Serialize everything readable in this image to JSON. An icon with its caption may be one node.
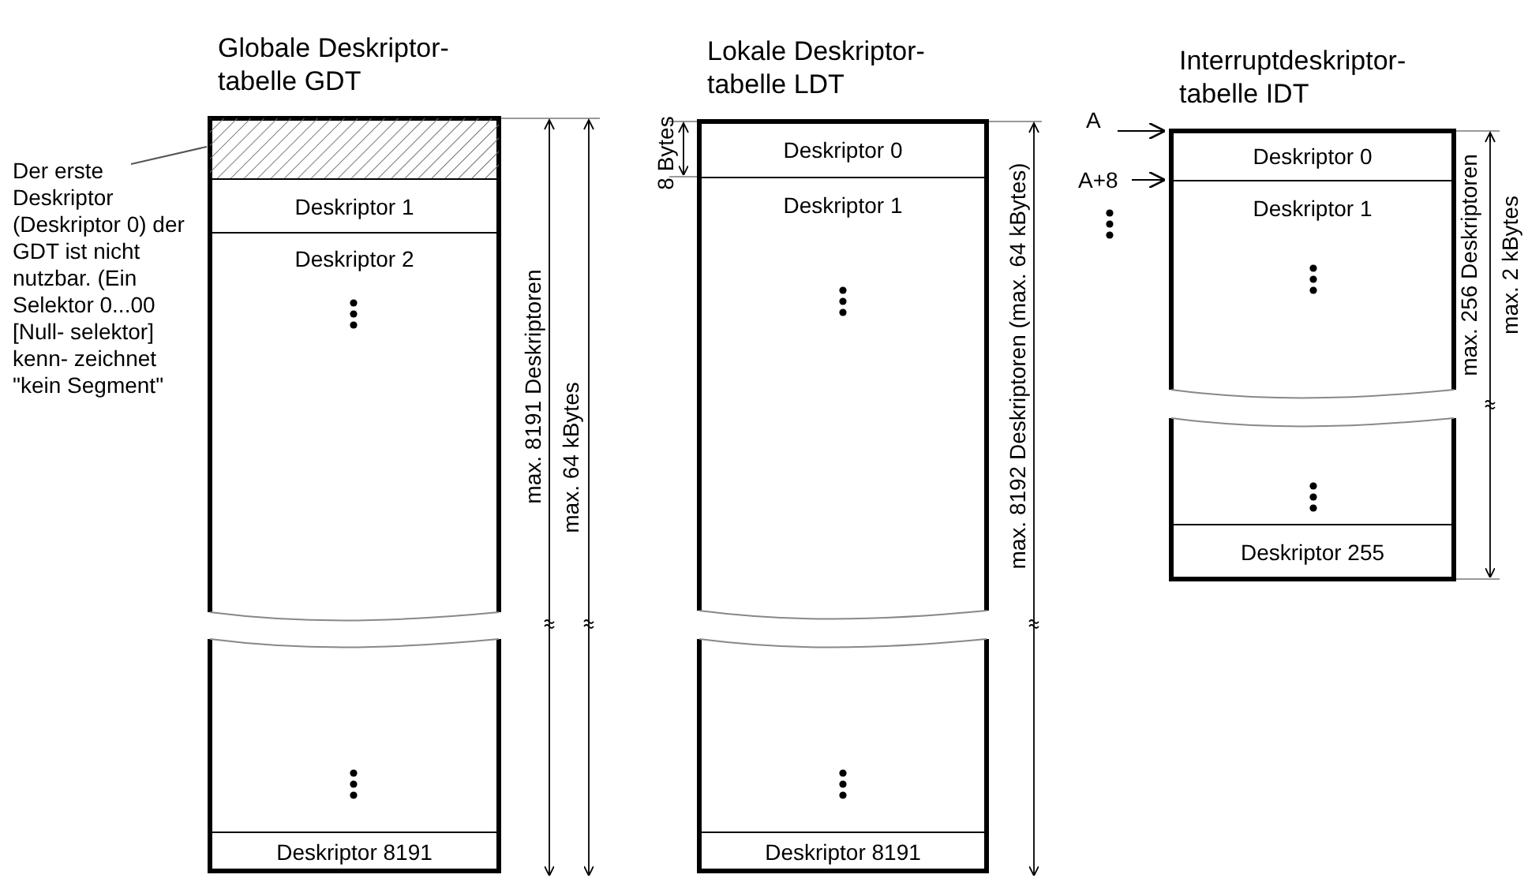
{
  "diagram": {
    "nodes": [
      {
        "text": [
          "Globale Deskriptor- tabelle GDT"
        ]
      },
      {
        "text": [],
        "shape": "box",
        "in": 0
      },
      {
        "text": [
          "Deskriptor 1"
        ],
        "in": 0
      },
      {
        "text": [
          "Deskriptor 2"
        ],
        "in": 0
      },
      {
        "text": [
          "Deskriptor 8191"
        ],
        "in": 0
      },
      {
        "text": [
          "Der erste Deskriptor (Deskriptor 0) der GDT ist nicht nutzbar. (Ein Selektor 0...00 [Null- selektor] kenn- zeichnet \"kein Segment\""
        ]
      },
      {
        "text": [
          "Lokale Deskriptor- tabelle LDT"
        ]
      },
      {
        "text": [
          "Deskriptor 0"
        ],
        "in": 6
      },
      {
        "text": [
          "Deskriptor 1"
        ],
        "in": 6
      },
      {
        "text": [
          "Deskriptor 8191"
        ],
        "in": 6
      },
      {
        "text": [
          "Interruptdeskriptor- tabelle IDT"
        ]
      },
      {
        "text": [
          "Deskriptor 0"
        ],
        "in": 10
      },
      {
        "text": [
          "Deskriptor 1"
        ],
        "in": 10
      },
      {
        "text": [
          "Deskriptor 255"
        ],
        "in": 10
      },
      {
        "text": [
          "A"
        ]
      },
      {
        "text": [
          "A+8"
        ]
      }
    ],
    "edges": [
      {
        "from": 5,
        "to": 1,
        "arrow": "none"
      },
      {
        "from": 14,
        "to": 11,
        "arrow": "to"
      },
      {
        "from": 15,
        "to": 12,
        "arrow": "to"
      }
    ],
    "labels": [
      "max. 8191 Deskriptoren",
      "max. 64 kBytes",
      "8 Bytes",
      "max. 8192 Deskriptoren (max. 64 kBytes)",
      "max. 256 Deskriptoren",
      "max. 2 kBytes"
    ]
  }
}
